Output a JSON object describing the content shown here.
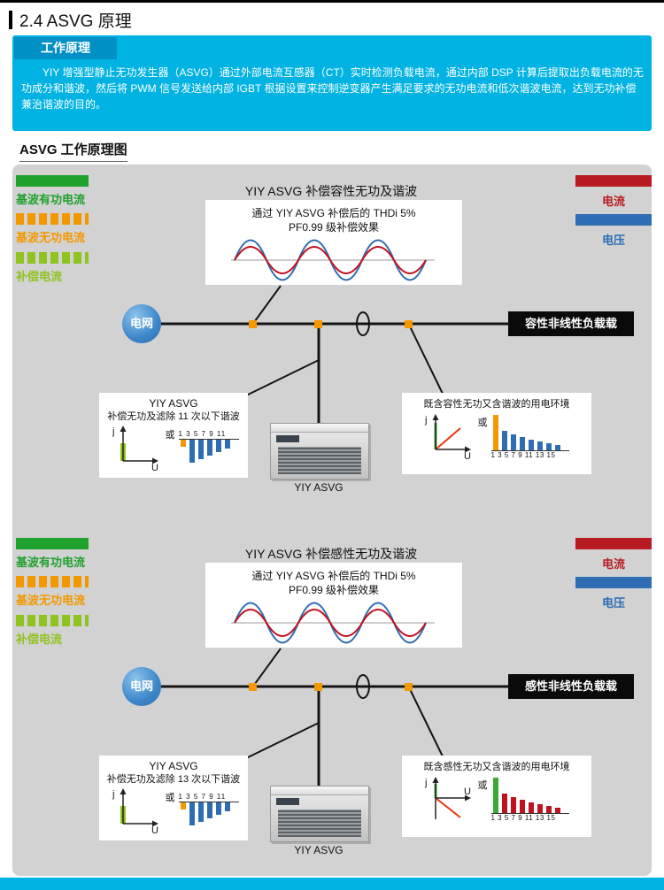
{
  "page": {
    "title": "2.4 ASVG 原理",
    "accent_color": "#00b3e3"
  },
  "principle": {
    "tab_label": "工作原理",
    "body": "YIY 增强型静止无功发生器（ASVG）通过外部电流互感器（CT）实时检测负载电流，通过内部 DSP 计算后提取出负载电流的无功成分和谐波，然后将 PWM 信号发送给内部 IGBT 根据设置来控制逆变器产生满足要求的无功电流和低次谐波电流，达到无功补偿兼治谐波的目的。"
  },
  "diagram": {
    "heading": "ASVG 工作原理图"
  },
  "legend_left": [
    {
      "label": "基波有功电流",
      "color": "#1fa12e",
      "style": "solid"
    },
    {
      "label": "基波无功电流",
      "color": "#f39800",
      "style": "dashed"
    },
    {
      "label": "补偿电流",
      "color": "#8fc31f",
      "style": "dashed"
    }
  ],
  "legend_right": [
    {
      "label": "电流",
      "color": "#b81c22",
      "style": "solid"
    },
    {
      "label": "电压",
      "color": "#2e6db4",
      "style": "solid"
    }
  ],
  "sections": [
    {
      "heading": "YIY ASVG 补偿容性无功及谐波",
      "wave_caption_1": "通过 YIY  ASVG 补偿后的 THDi 5%",
      "wave_caption_2": "PF0.99 级补偿效果",
      "grid_label": "电网",
      "load_label": "容性非线性负载载",
      "device_label": "YIY ASVG",
      "comp_box_title": "YIY ASVG",
      "comp_box_subtitle": "补偿无功及滤除 11 次以下谐波",
      "or_label": "或",
      "axis_j": "j",
      "axis_u": "U",
      "comp_chart": {
        "labels": "1 3 5 7 9 11",
        "values": [
          8,
          26,
          22,
          18,
          14,
          10
        ],
        "first_color": "#f39800",
        "bar_color": "#2e6db4",
        "direction": "down"
      },
      "env_box_title": "既含容性无功又含谐波的用电环境",
      "env_chart": {
        "labels": "1 3 5 7 9 11 13 15",
        "values": [
          40,
          22,
          18,
          15,
          12,
          10,
          8,
          6
        ],
        "first_color": "#f39800",
        "bar_color": "#2e6db4",
        "direction": "up"
      }
    },
    {
      "heading": "YIY ASVG 补偿感性无功及谐波",
      "wave_caption_1": "通过 YIY  ASVG 补偿后的 THDi 5%",
      "wave_caption_2": "PF0.99 级补偿效果",
      "grid_label": "电网",
      "load_label": "感性非线性负载载",
      "device_label": "YIY ASVG",
      "comp_box_title": "YIY ASVG",
      "comp_box_subtitle": "补偿无功及滤除 13 次以下谐波",
      "or_label": "或",
      "axis_j": "j",
      "axis_u": "U",
      "comp_chart": {
        "labels": "1 3 5 7 9 11",
        "values": [
          8,
          26,
          22,
          18,
          14,
          10
        ],
        "first_color": "#f39800",
        "bar_color": "#2e6db4",
        "direction": "down"
      },
      "env_box_title": "既含感性无功又含谐波的用电环境",
      "env_chart": {
        "labels": "1 3 5 7 9 11 13 15",
        "values": [
          40,
          22,
          18,
          15,
          12,
          10,
          8,
          6
        ],
        "first_color": "#3aaa35",
        "bar_color": "#c1121f",
        "direction": "up"
      }
    }
  ]
}
